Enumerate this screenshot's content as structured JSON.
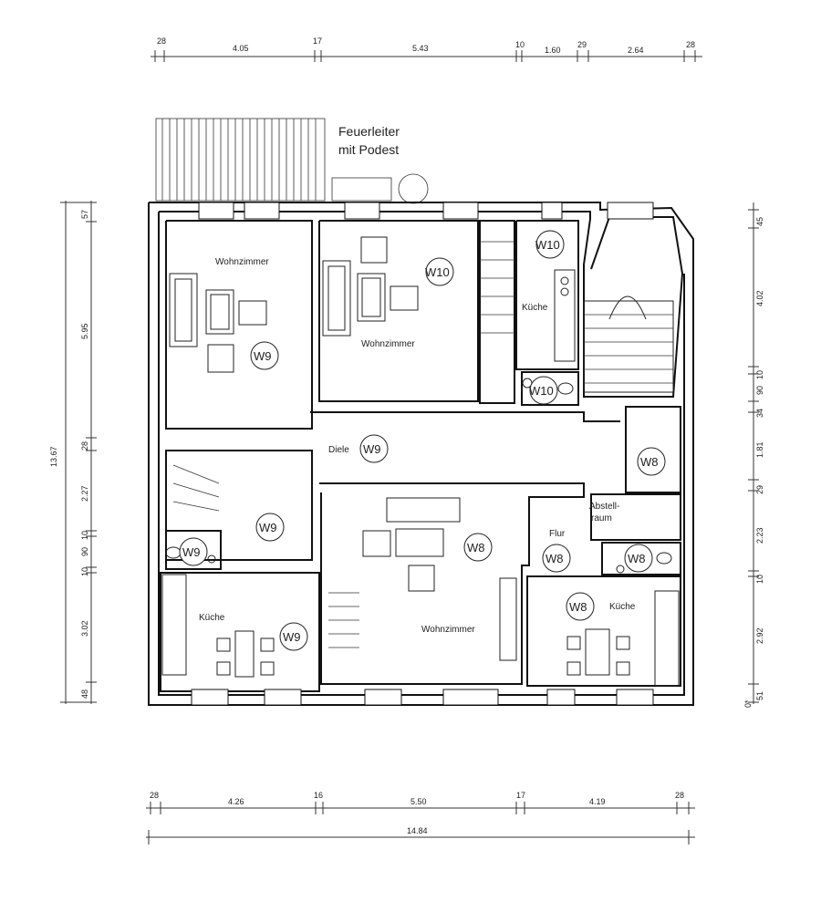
{
  "fire_escape": {
    "line1": "Feuerleiter",
    "line2": "mit Podest"
  },
  "dims_top": [
    "28",
    "4.05",
    "17",
    "5.43",
    "10",
    "1.60",
    "29",
    "2.64",
    "28"
  ],
  "dims_bottom": [
    "28",
    "4.26",
    "16",
    "5.50",
    "17",
    "4.19",
    "28"
  ],
  "dim_total_bottom": "14.84",
  "dim_total_left": "13.67",
  "dims_left": [
    "57",
    "5.95",
    "28",
    "2.27",
    "10",
    "90",
    "10",
    "3.02",
    "48"
  ],
  "dims_right": [
    "45",
    "4.02",
    "10",
    "90",
    "34",
    "1.81",
    "29",
    "2.23",
    "10",
    "2.92",
    "51",
    "0*"
  ],
  "rooms": {
    "wohnzimmer_w9": "Wohnzimmer",
    "wohnzimmer_w10": "Wohnzimmer",
    "kueche_w10": "Küche",
    "diele": "Diele",
    "abstellraum_1": "Abstell-",
    "abstellraum_2": "raum",
    "flur": "Flur",
    "kueche_w9": "Küche",
    "wohnzimmer_w8": "Wohnzimmer",
    "kueche_w8": "Küche"
  },
  "units": {
    "w9": "W9",
    "w10": "W10",
    "w8": "W8"
  }
}
